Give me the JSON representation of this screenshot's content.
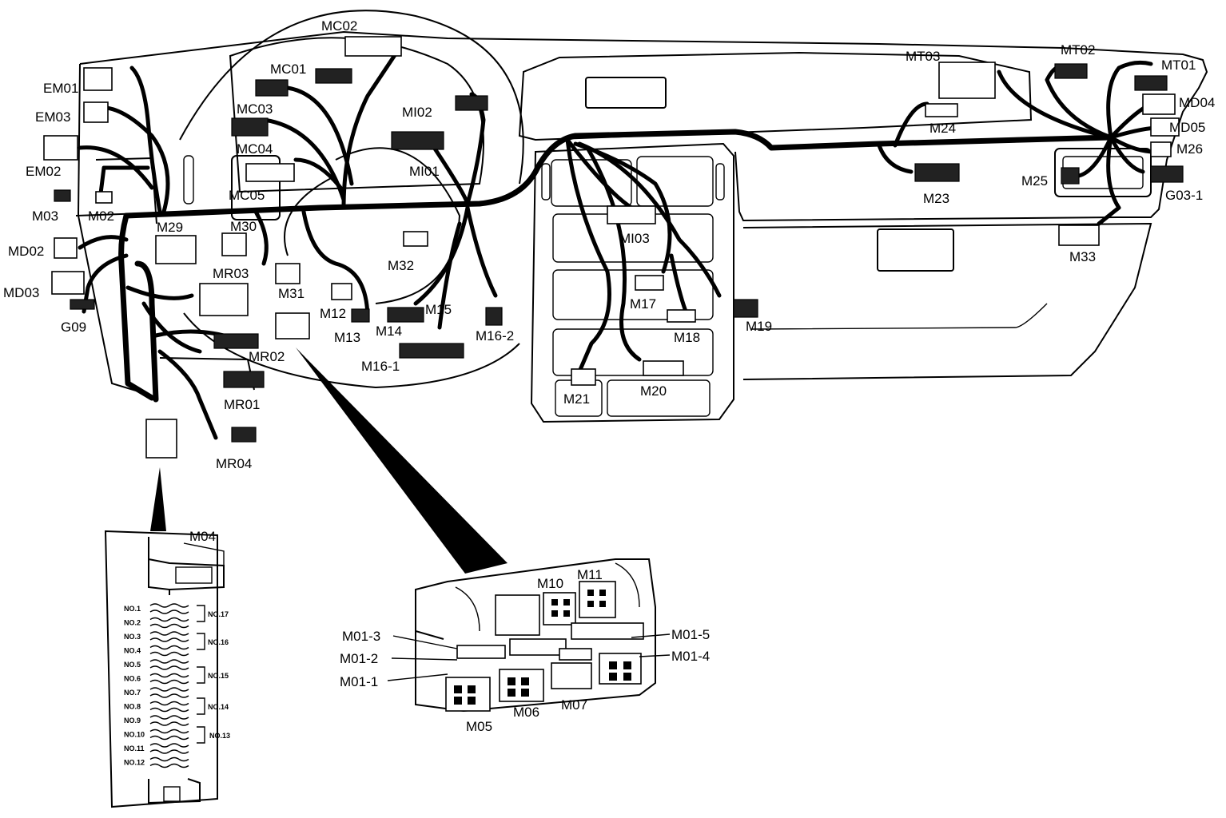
{
  "labels": {
    "EM01": "EM01",
    "EM03": "EM03",
    "EM02": "EM02",
    "M03": "M03",
    "M02": "M02",
    "MD02": "MD02",
    "MD03": "MD03",
    "G09": "G09",
    "MC02": "MC02",
    "MC01": "MC01",
    "MC03": "MC03",
    "MC04": "MC04",
    "MC05": "MC05",
    "MI02": "MI02",
    "MI01": "MI01",
    "MI03": "MI03",
    "M29": "M29",
    "M30": "M30",
    "MR03": "MR03",
    "M31": "M31",
    "M32": "M32",
    "MR02": "MR02",
    "MR01": "MR01",
    "MR04": "MR04",
    "M12": "M12",
    "M13": "M13",
    "M14": "M14",
    "M15": "M15",
    "M16_1": "M16-1",
    "M16_2": "M16-2",
    "M17": "M17",
    "M18": "M18",
    "M19": "M19",
    "M20": "M20",
    "M21": "M21",
    "MT03": "MT03",
    "M24": "M24",
    "M23": "M23",
    "MT02": "MT02",
    "MT01": "MT01",
    "MD04": "MD04",
    "MD05": "MD05",
    "M26": "M26",
    "M25": "M25",
    "G03_1": "G03-1",
    "M33": "M33",
    "M04": "M04",
    "M10": "M10",
    "M11": "M11",
    "M01_3": "M01-3",
    "M01_2": "M01-2",
    "M01_1": "M01-1",
    "M01_5": "M01-5",
    "M01_4": "M01-4",
    "M05": "M05",
    "M06": "M06",
    "M07": "M07"
  },
  "fuses": {
    "left": [
      "NO.1",
      "NO.2",
      "NO.3",
      "NO.4",
      "NO.5",
      "NO.6",
      "NO.7",
      "NO.8",
      "NO.9",
      "NO.10",
      "NO.11",
      "NO.12"
    ],
    "right": [
      "NO.17",
      "NO.16",
      "NO.15",
      "NO.14",
      "NO.13"
    ]
  }
}
